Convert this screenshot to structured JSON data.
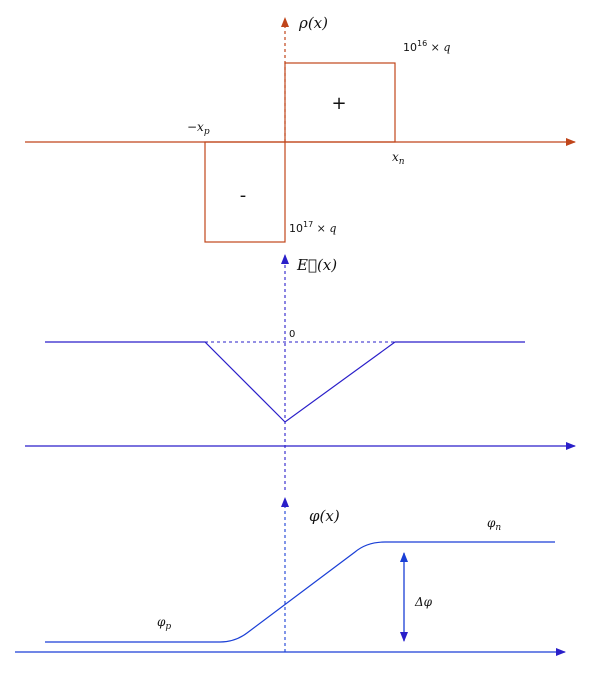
{
  "colors": {
    "rho": "#c0451a",
    "field": "#2a1fc9",
    "potential": "#1a3fd6",
    "text": "#111111"
  },
  "panel_rho": {
    "axis_label": "ρ(x)",
    "x_label_left": "−x",
    "x_label_left_sub": "p",
    "x_label_right": "x",
    "x_label_right_sub": "n",
    "plus_sign": "+",
    "minus_sign": "-",
    "pos_density_base": "10",
    "pos_density_exp": "16",
    "pos_density_tail": " × q",
    "neg_density_base": "10",
    "neg_density_exp": "17",
    "neg_density_tail": " × q"
  },
  "panel_field": {
    "axis_label": "E⃗(x)",
    "zero_label": "0"
  },
  "panel_potential": {
    "axis_label": "φ(x)",
    "phi_n": "φ",
    "phi_n_sub": "n",
    "phi_p": "φ",
    "phi_p_sub": "p",
    "delta_phi": "Δφ"
  }
}
